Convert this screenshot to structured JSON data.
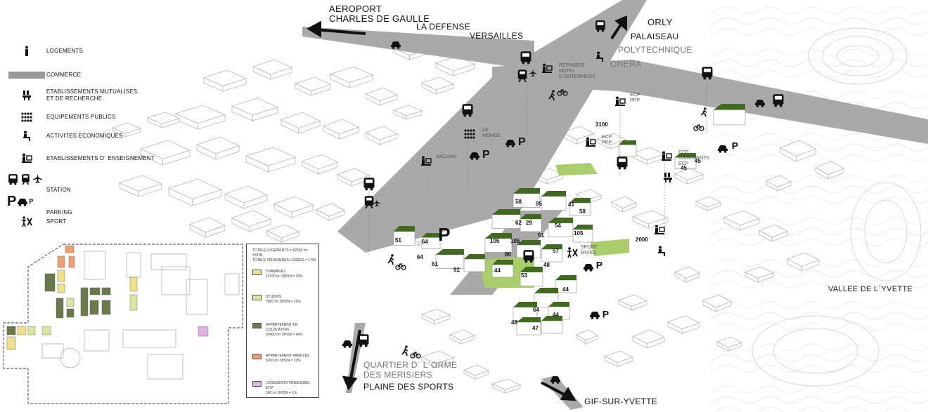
{
  "legend": {
    "items": [
      {
        "id": "logements",
        "icon": "person-icon",
        "label": "LOGEMENTS"
      },
      {
        "id": "commerce",
        "icon": "commerce-bar-icon",
        "label": "COMMERCE"
      },
      {
        "id": "mutualises",
        "icon": "research-icon",
        "label": "ETABLISSEMENTS MUTUALISES\nET DE RECHERCHE"
      },
      {
        "id": "equipements",
        "icon": "public-equipment-icon",
        "label": "EQUIPEMENTS PUBLICS"
      },
      {
        "id": "activites",
        "icon": "economic-activity-icon",
        "label": "ACTIVITES ECONOMIQUES"
      },
      {
        "id": "enseignement",
        "icon": "teaching-icon",
        "label": "ETABLISSEMENTS D´ ENSEIGNEMENT"
      },
      {
        "id": "station",
        "icon": "station-icon",
        "label": "STATION"
      },
      {
        "id": "parking",
        "icon": "parking-icon",
        "label": "PARKING"
      },
      {
        "id": "sport",
        "icon": "sport-icon",
        "label": "SPORT"
      }
    ]
  },
  "places": {
    "aeroport": "AEROPORT\nCHARLES DE GAULLE",
    "defense": "LA DEFENSE",
    "versailles": "VERSAILLES",
    "orly": "ORLY",
    "palaiseau": "PALAISEAU",
    "polytechnique": "POLYTECHNIQUE",
    "onera": "ONERA",
    "yvette_valley": "VALLEE DE L´YVETTE",
    "orme": "QUARTIER D´ L´ORME\nDES MERISIERS",
    "plaine": "PLAINE DES SPORTS",
    "gif": "GIF-SUR-YVETTE"
  },
  "tags": {
    "pepiniere": "PEPINIERE\nHOTEL\nD´ENTERPRISE",
    "ecp_ppp_top": "ECP\nPPP",
    "ecp_ppp_mid": "ECP\nPPP",
    "le_monde": "LE\nMONDE",
    "sachan": "SACHAN",
    "ecp_logements": "ECP\nLOGEMENTS\nECP",
    "sport_mixed": "SPORT\nMIXED"
  },
  "counts": {
    "c3100": "3100",
    "c2000": "2000",
    "c58": "58",
    "c95": "95",
    "c41": "41",
    "c58b": "58",
    "c62": "62",
    "c29": "29",
    "c54": "54",
    "c51": "51",
    "c105": "105",
    "c51b": "51",
    "c64": "64",
    "c105b": "105",
    "c105c": "105",
    "c80": "80",
    "c57": "57",
    "c64b": "64",
    "c61": "61",
    "c92": "92",
    "c44": "44",
    "c53": "53",
    "c48": "48",
    "c44b": "44",
    "c64c": "64",
    "c44c": "44",
    "c48b": "48",
    "c47": "47",
    "c45": "45",
    "c45b": "45"
  },
  "key": {
    "totals": "TOTALE LOGEMENTS = 52600 m² SHON\nTOTALE PERSONNES LOGEES = 1750",
    "rows": [
      {
        "color": "#f2e08a",
        "label": "CHAMBRES\n13700 m² SHON = 26%"
      },
      {
        "color": "#d8e6a0",
        "label": "STUDIOS\n7800 m² SHON = 15%"
      },
      {
        "color": "#6b7a4a",
        "label": "APPARTEMENT EN\nCOLOCATION\n25400 m² SHON = 48%"
      },
      {
        "color": "#f0a070",
        "label": "APPARTEMENT FAMILLES\n5200 m² SHON = 10%"
      },
      {
        "color": "#e0b0e8",
        "label": "LOGEMENTS PERSONNEL\nECP\n500 m² SHON = 1%"
      }
    ]
  },
  "colors": {
    "road": "#a9a9a9",
    "green_dark": "#3f6b1e",
    "green_light": "#a8cf6a",
    "line": "#b5b5b5"
  }
}
